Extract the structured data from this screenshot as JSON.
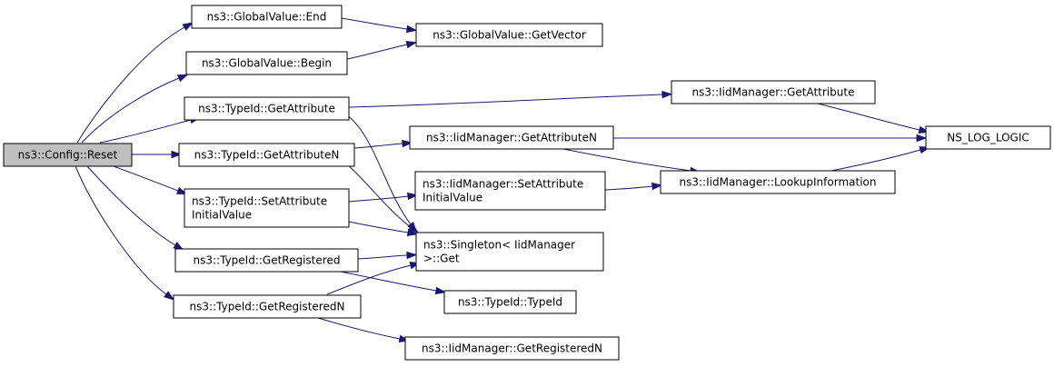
{
  "graph": {
    "nodes": [
      {
        "id": "config_reset",
        "lines": [
          "ns3::Config::Reset"
        ],
        "root": true
      },
      {
        "id": "gv_end",
        "lines": [
          "ns3::GlobalValue::End"
        ]
      },
      {
        "id": "gv_begin",
        "lines": [
          "ns3::GlobalValue::Begin"
        ]
      },
      {
        "id": "gv_getvector",
        "lines": [
          "ns3::GlobalValue::GetVector"
        ]
      },
      {
        "id": "tid_getattribute",
        "lines": [
          "ns3::TypeId::GetAttribute"
        ]
      },
      {
        "id": "tid_getattributen",
        "lines": [
          "ns3::TypeId::GetAttributeN"
        ]
      },
      {
        "id": "tid_setattrinit",
        "lines": [
          "ns3::TypeId::SetAttribute",
          "InitialValue"
        ]
      },
      {
        "id": "tid_getregistered",
        "lines": [
          "ns3::TypeId::GetRegistered"
        ]
      },
      {
        "id": "tid_getregisteredn",
        "lines": [
          "ns3::TypeId::GetRegisteredN"
        ]
      },
      {
        "id": "iid_getattribute",
        "lines": [
          "ns3::IidManager::GetAttribute"
        ]
      },
      {
        "id": "iid_getattributen",
        "lines": [
          "ns3::IidManager::GetAttributeN"
        ]
      },
      {
        "id": "iid_setattrinit",
        "lines": [
          "ns3::IidManager::SetAttribute",
          "InitialValue"
        ]
      },
      {
        "id": "singleton_get",
        "lines": [
          "ns3::Singleton< IidManager",
          " >::Get"
        ]
      },
      {
        "id": "tid_typeid",
        "lines": [
          "ns3::TypeId::TypeId"
        ]
      },
      {
        "id": "iid_getregisteredn",
        "lines": [
          "ns3::IidManager::GetRegisteredN"
        ]
      },
      {
        "id": "iid_lookupinfo",
        "lines": [
          "ns3::IidManager::LookupInformation"
        ]
      },
      {
        "id": "ns_log_logic",
        "lines": [
          "NS_LOG_LOGIC"
        ]
      }
    ],
    "edges": [
      {
        "from": "config_reset",
        "to": "gv_end"
      },
      {
        "from": "config_reset",
        "to": "gv_begin"
      },
      {
        "from": "config_reset",
        "to": "tid_getattribute"
      },
      {
        "from": "config_reset",
        "to": "tid_getattributen"
      },
      {
        "from": "config_reset",
        "to": "tid_setattrinit"
      },
      {
        "from": "config_reset",
        "to": "tid_getregistered"
      },
      {
        "from": "config_reset",
        "to": "tid_getregisteredn"
      },
      {
        "from": "gv_end",
        "to": "gv_getvector"
      },
      {
        "from": "gv_begin",
        "to": "gv_getvector"
      },
      {
        "from": "tid_getattribute",
        "to": "iid_getattribute"
      },
      {
        "from": "tid_getattribute",
        "to": "singleton_get"
      },
      {
        "from": "tid_getattributen",
        "to": "iid_getattributen"
      },
      {
        "from": "tid_getattributen",
        "to": "singleton_get"
      },
      {
        "from": "tid_setattrinit",
        "to": "iid_setattrinit"
      },
      {
        "from": "tid_setattrinit",
        "to": "singleton_get"
      },
      {
        "from": "tid_getregistered",
        "to": "singleton_get"
      },
      {
        "from": "tid_getregistered",
        "to": "tid_typeid"
      },
      {
        "from": "tid_getregisteredn",
        "to": "singleton_get"
      },
      {
        "from": "tid_getregisteredn",
        "to": "iid_getregisteredn"
      },
      {
        "from": "iid_getattribute",
        "to": "ns_log_logic"
      },
      {
        "from": "iid_getattributen",
        "to": "ns_log_logic"
      },
      {
        "from": "iid_getattributen",
        "to": "iid_lookupinfo"
      },
      {
        "from": "iid_setattrinit",
        "to": "iid_lookupinfo"
      },
      {
        "from": "iid_lookupinfo",
        "to": "ns_log_logic"
      }
    ]
  },
  "colors": {
    "edge": "#191970",
    "root_fill": "#bfbfbf",
    "node_fill": "#ffffff",
    "node_stroke": "#000000"
  }
}
